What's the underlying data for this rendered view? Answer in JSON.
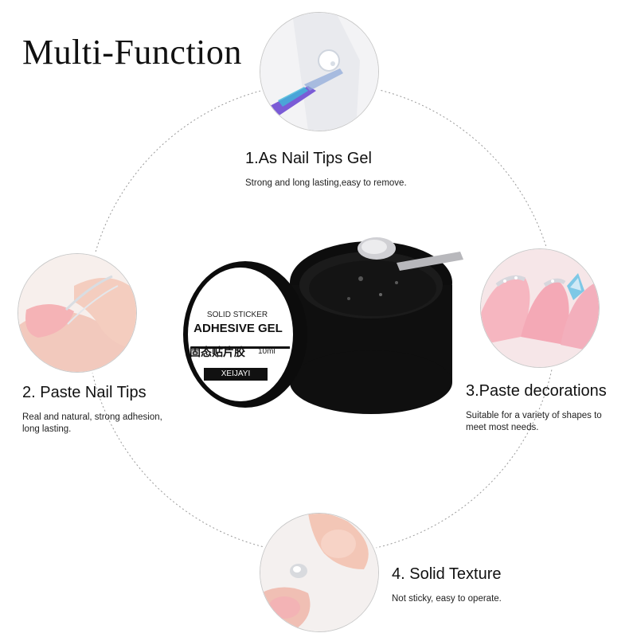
{
  "title": "Multi-Function",
  "features": [
    {
      "title": "1.As Nail Tips Gel",
      "desc_lines": [
        "Strong and long lasting,easy to remove."
      ]
    },
    {
      "title": "2. Paste Nail Tips",
      "desc_lines": [
        "Real and natural, strong adhesion,",
        "long lasting."
      ]
    },
    {
      "title": "3.Paste decorations",
      "desc_lines": [
        "Suitable for a variety of shapes to",
        "meet most needs."
      ]
    },
    {
      "title": "4. Solid Texture",
      "desc_lines": [
        "Not sticky, easy to operate."
      ]
    }
  ],
  "product": {
    "line1": "SOLID STICKER",
    "line2": "ADHESIVE GEL",
    "line3": "固态贴片胶",
    "volume": "10ml",
    "brand": "XEIJAYI"
  },
  "colors": {
    "text": "#111111",
    "jar": "#0d0d0d",
    "nail_pink": "#f4b7be",
    "skin": "#f6d2c8"
  },
  "icons": [
    "nail-tip-gel-image",
    "paste-nail-tips-image",
    "paste-decorations-image",
    "solid-texture-image"
  ]
}
